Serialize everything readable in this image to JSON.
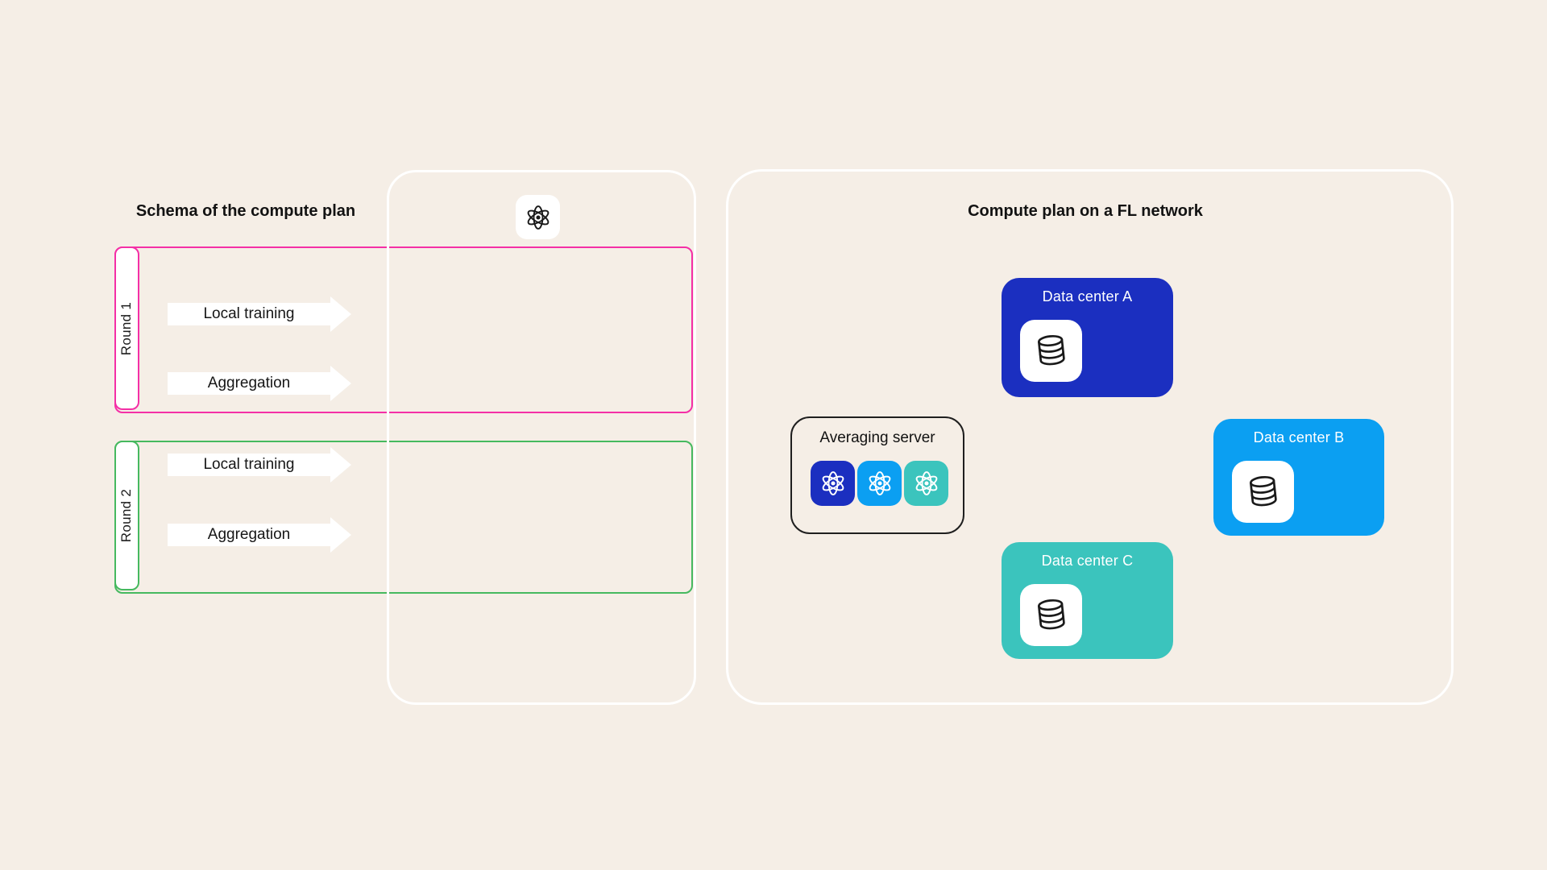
{
  "colors": {
    "background": "#f5eee6",
    "round1_pink": "#f42fa6",
    "round2_green": "#46b95f",
    "panel_border": "#ffffff",
    "arrow_fill": "#ffffff",
    "data_center_a_blue": "#1b2fc0",
    "data_center_b_blue": "#0b9ff2",
    "data_center_c_teal": "#3bc4bd",
    "text": "#161616"
  },
  "left_diagram": {
    "title": "Schema of the compute plan",
    "model_icon": "atom-icon",
    "rounds": [
      {
        "label": "Round 1",
        "color": "#f42fa6",
        "steps": [
          {
            "label": "Local training"
          },
          {
            "label": "Aggregation"
          }
        ]
      },
      {
        "label": "Round 2",
        "color": "#46b95f",
        "steps": [
          {
            "label": "Local training"
          },
          {
            "label": "Aggregation"
          }
        ]
      }
    ]
  },
  "right_diagram": {
    "title": "Compute plan on a FL network",
    "averaging_server": {
      "label": "Averaging server",
      "model_icons": [
        "atom-icon-dark-blue",
        "atom-icon-bright-blue",
        "atom-icon-teal"
      ]
    },
    "data_centers": [
      {
        "label": "Data center A",
        "color": "#1b2fc0",
        "icon": "database-icon"
      },
      {
        "label": "Data center B",
        "color": "#0b9ff2",
        "icon": "database-icon"
      },
      {
        "label": "Data center C",
        "color": "#3bc4bd",
        "icon": "database-icon"
      }
    ]
  }
}
